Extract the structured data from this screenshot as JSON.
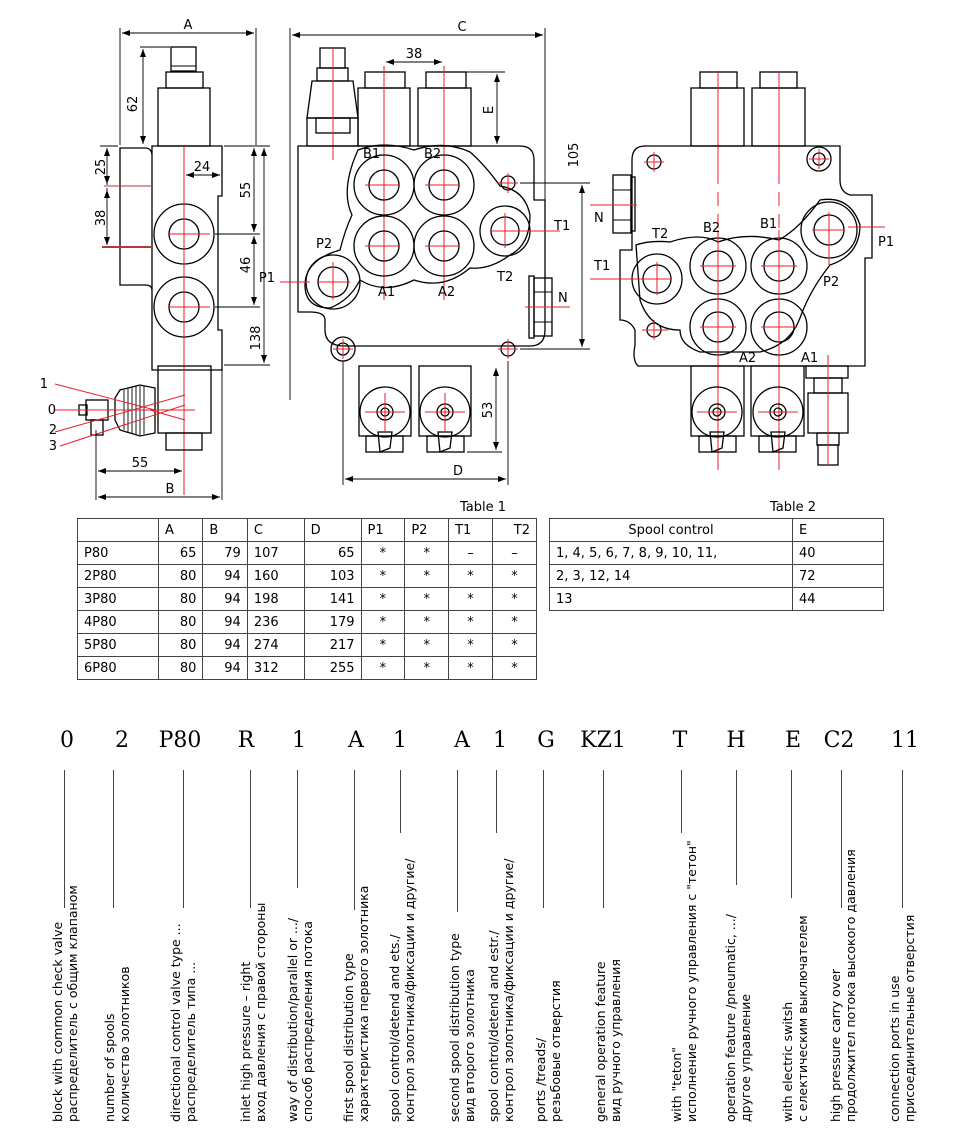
{
  "drawing": {
    "side_view": {
      "dims": {
        "A": "A",
        "B": "B",
        "d62": "62",
        "d25": "25",
        "d24": "24",
        "d38": "38",
        "d55": "55",
        "d46": "46",
        "d138": "138",
        "d55b": "55"
      },
      "positions": [
        "1",
        "0",
        "2",
        "3"
      ],
      "port_label": "P1"
    },
    "front_view": {
      "dims": {
        "C": "C",
        "D": "D",
        "E": "E",
        "d38": "38",
        "d105": "105",
        "d53": "53"
      },
      "ports": [
        "B1",
        "B2",
        "P2",
        "A1",
        "A2",
        "T1",
        "T2",
        "P1",
        "N"
      ]
    },
    "rear_view": {
      "ports": [
        "T2",
        "B2",
        "B1",
        "P1",
        "T1",
        "P2",
        "A2",
        "A1",
        "N"
      ]
    }
  },
  "table1": {
    "caption": "Table 1",
    "headers": [
      "",
      "A",
      "B",
      "C",
      "D",
      "P1",
      "P2",
      "T1",
      "T2"
    ],
    "rows": [
      [
        "P80",
        "65",
        "79",
        "107",
        "65",
        "*",
        "*",
        "–",
        "–"
      ],
      [
        "2P80",
        "80",
        "94",
        "160",
        "103",
        "*",
        "*",
        "*",
        "*"
      ],
      [
        "3P80",
        "80",
        "94",
        "198",
        "141",
        "*",
        "*",
        "*",
        "*"
      ],
      [
        "4P80",
        "80",
        "94",
        "236",
        "179",
        "*",
        "*",
        "*",
        "*"
      ],
      [
        "5P80",
        "80",
        "94",
        "274",
        "217",
        "*",
        "*",
        "*",
        "*"
      ],
      [
        "6P80",
        "80",
        "94",
        "312",
        "255",
        "*",
        "*",
        "*",
        "*"
      ]
    ]
  },
  "table2": {
    "caption": "Table 2",
    "headers": [
      "Spool control",
      "E"
    ],
    "rows": [
      [
        "1, 4, 5, 6, 7, 8, 9, 10, 11,",
        "40"
      ],
      [
        "2, 3, 12, 14",
        "72"
      ],
      [
        "13",
        "44"
      ]
    ]
  },
  "order_code": [
    {
      "code": "0",
      "en": "block with common check valve",
      "ru": "распределитель с общим клапаном"
    },
    {
      "code": "2",
      "en": "number of spools",
      "ru": "количество золотников"
    },
    {
      "code": "P80",
      "en": "directional control valve type ...",
      "ru": "распределитель типа ..."
    },
    {
      "code": "R",
      "en": "inlet high pressure – right",
      "ru": "вход давления с правой стороны"
    },
    {
      "code": "1",
      "en": "way of distribution/parallel or .../",
      "ru": "способ распределения потока"
    },
    {
      "code": "A",
      "en": "first spool distribution type",
      "ru": "характеристика первого золотника"
    },
    {
      "code": "1",
      "en": "spool control/detend and ets./",
      "ru": "контрол золотника/фиксации и другие/"
    },
    {
      "code": "A",
      "en": "second spool distribution type",
      "ru": "вид второго золотника"
    },
    {
      "code": "1",
      "en": "spool control/detend and estr./",
      "ru": "контрол золотника/фиксации и другие/"
    },
    {
      "code": "G",
      "en": "ports /treads/",
      "ru": "резьбовые отверстия"
    },
    {
      "code": "KZ1",
      "en": "general operation feature",
      "ru": "вид ручного управления"
    },
    {
      "code": "T",
      "en": "with \"teton\"",
      "ru": "исполнение ручного управления с \"тетон\""
    },
    {
      "code": "H",
      "en": "operation feature /pneumatic, .../",
      "ru": "другое управление"
    },
    {
      "code": "E",
      "en": "with electric switsh",
      "ru": "с електическим выключателем"
    },
    {
      "code": "C2",
      "en": "high pressure carry over",
      "ru": "продолжител потока высокого давления"
    },
    {
      "code": "11",
      "en": "connection ports in use",
      "ru": "присоединительные отверстия"
    }
  ]
}
